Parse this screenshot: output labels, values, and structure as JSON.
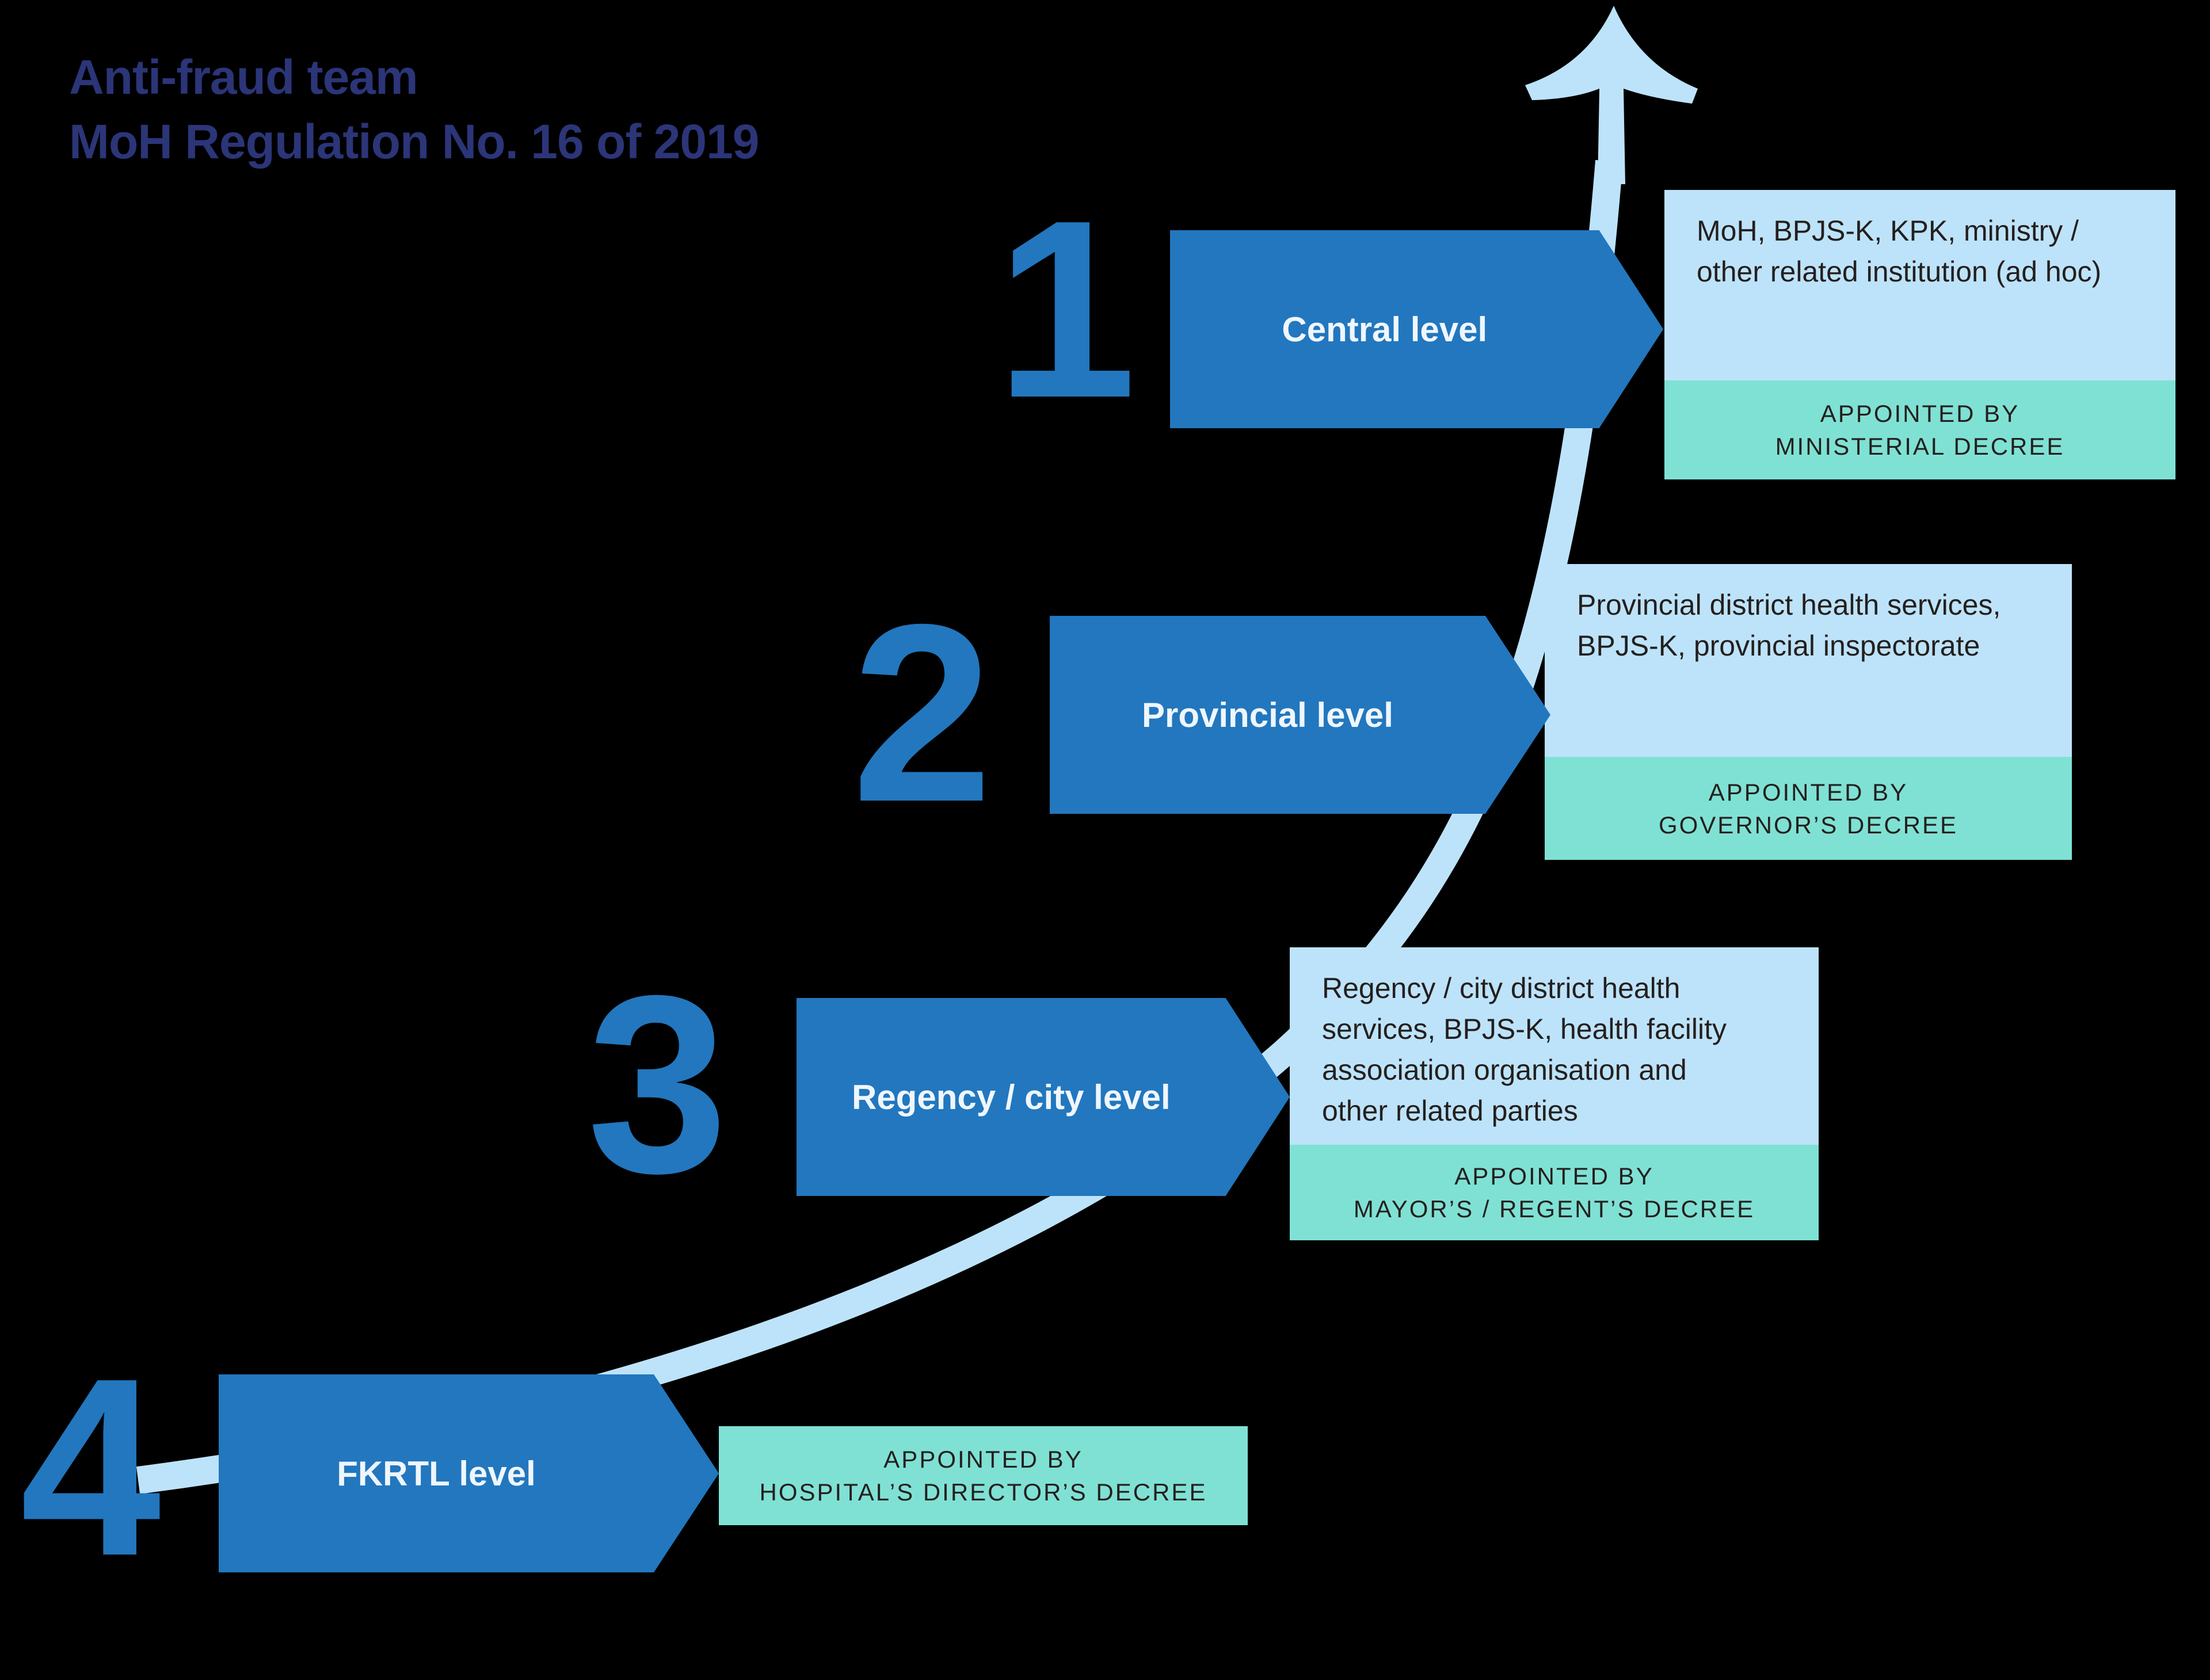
{
  "title": {
    "text": "Anti-fraud team\nMoH Regulation No. 16 of 2019"
  },
  "levels": [
    {
      "number": "1",
      "label": "Central level",
      "institutions": "MoH, BPJS-K, KPK, ministry /\nother related institution (ad hoc)",
      "appointed_by": "APPOINTED BY\nMINISTERIAL DECREE"
    },
    {
      "number": "2",
      "label": "Provincial level",
      "institutions": "Provincial district health services,\nBPJS-K, provincial inspectorate",
      "appointed_by": "APPOINTED BY\nGOVERNOR’S DECREE"
    },
    {
      "number": "3",
      "label": "Regency / city level",
      "institutions": "Regency / city district health\nservices, BPJS-K, health facility\nassociation organisation and\nother related parties",
      "appointed_by": "APPOINTED BY\nMAYOR’S / REGENT’S DECREE"
    },
    {
      "number": "4",
      "label": "FKRTL level",
      "appointed_by": "APPOINTED BY\nHOSPITAL’S DIRECTOR’S DECREE"
    }
  ],
  "icons": {
    "growth_arrow_icon": "curved-arrow-up"
  },
  "colors": {
    "background": "#000000",
    "primary_blue": "#2277BE",
    "light_blue": "#BDE3FA",
    "teal": "#7FE1D4",
    "navy_title": "#2B3578",
    "dark_text": "#241F1E",
    "banner_text": "#EFF6FD"
  }
}
